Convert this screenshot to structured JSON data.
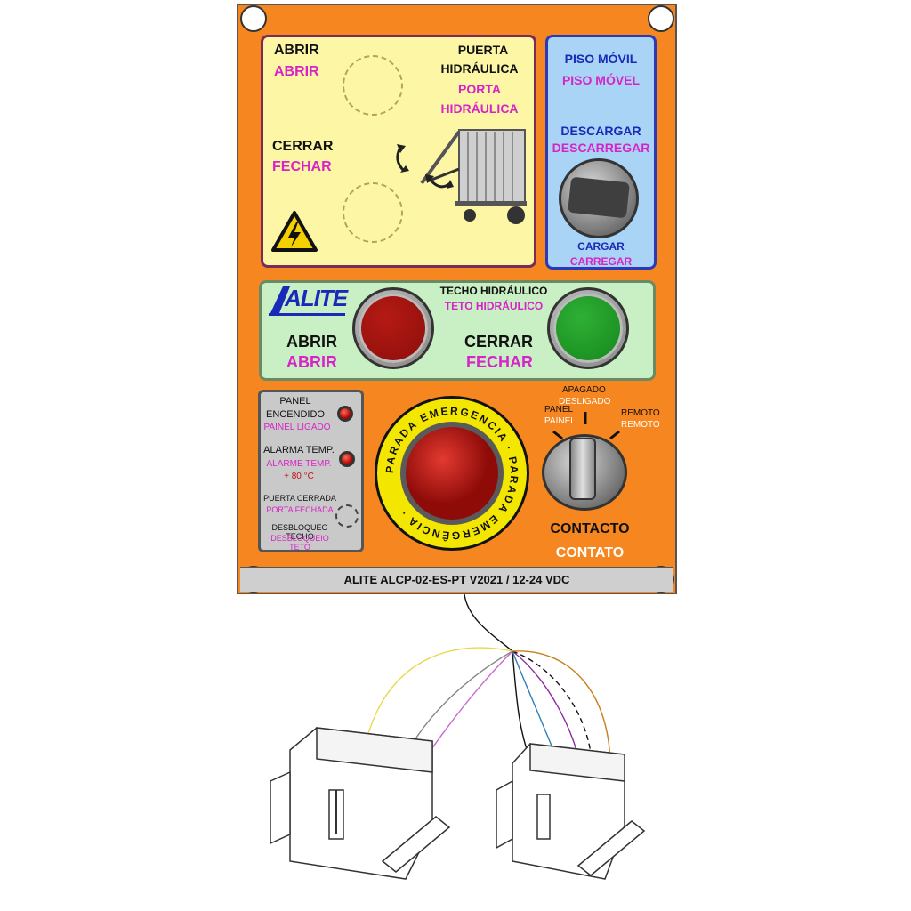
{
  "door": {
    "open_es": "ABRIR",
    "open_pt": "ABRIR",
    "close_es": "CERRAR",
    "close_pt": "FECHAR",
    "title_es_1": "PUERTA",
    "title_es_2": "HIDRÁULICA",
    "title_pt_1": "PORTA",
    "title_pt_2": "HIDRÁULICA"
  },
  "floor": {
    "title_es": "PISO MÓVIL",
    "title_pt": "PISO MÓVEL",
    "unload_es": "DESCARGAR",
    "unload_pt": "DESCARREGAR",
    "load_es": "CARGAR",
    "load_pt": "CARREGAR"
  },
  "roof": {
    "logo": "ALITE",
    "title_es": "TECHO HIDRÁULICO",
    "title_pt": "TETO HIDRÁULICO",
    "open_es": "ABRIR",
    "open_pt": "ABRIR",
    "close_es": "CERRAR",
    "close_pt": "FECHAR"
  },
  "status": {
    "panel_es_1": "PANEL",
    "panel_es_2": "ENCENDIDO",
    "panel_pt": "PAINEL LIGADO",
    "alarm_es": "ALARMA TEMP.",
    "alarm_pt": "ALARME TEMP.",
    "alarm_temp": "+ 80 °C",
    "door_es": "PUERTA CERRADA",
    "door_pt": "PORTA FECHADA",
    "unlock_es": "DESBLOQUEO TECHO",
    "unlock_pt": "DESBLOQUEIO TETO"
  },
  "emergency": {
    "ring_text": "PARADA EMERGENCIA · PARADA EMERGÊNCIA ·"
  },
  "contact": {
    "panel_es": "PANEL",
    "panel_pt": "PAINEL",
    "off_es": "APAGADO",
    "off_pt": "DESLIGADO",
    "remote_es": "REMOTO",
    "remote_pt": "REMOTO",
    "title_es": "CONTACTO",
    "title_pt": "CONTATO"
  },
  "footer": {
    "label": "ALITE ALCP-02-ES-PT V2021 / 12-24 VDC"
  },
  "colors": {
    "panel": "#f6861f",
    "magenta": "#d724c8",
    "blue": "#1a2ab8"
  }
}
